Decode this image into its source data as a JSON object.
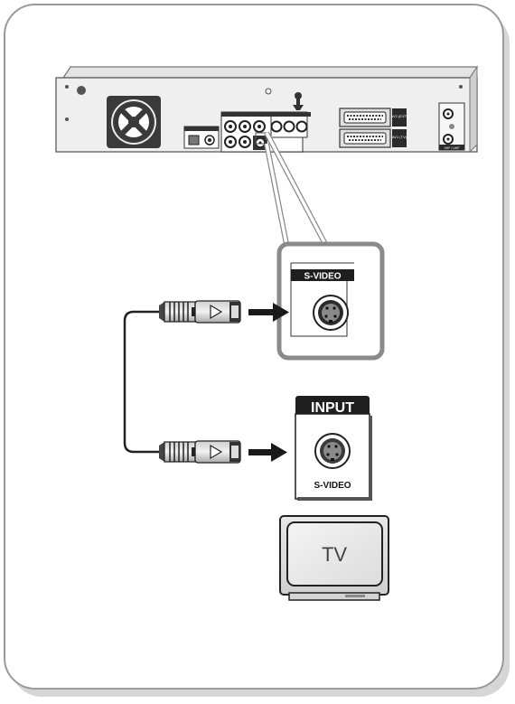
{
  "recorder_panel": {
    "scart_top": "AV2 (EXT)",
    "scart_bottom": "AV1 (TV)",
    "right_tag": "VHF / UHF"
  },
  "callout": {
    "jack_label": "S-VIDEO"
  },
  "tv_input": {
    "header": "INPUT",
    "jack_label": "S-VIDEO"
  },
  "tv": {
    "screen_text": "TV"
  },
  "colors": {
    "frame_border": "#9a9a9a",
    "shadow": "#d6d6d6",
    "panel_dark": "#333333",
    "connector_gray": "#8a8a8a"
  }
}
